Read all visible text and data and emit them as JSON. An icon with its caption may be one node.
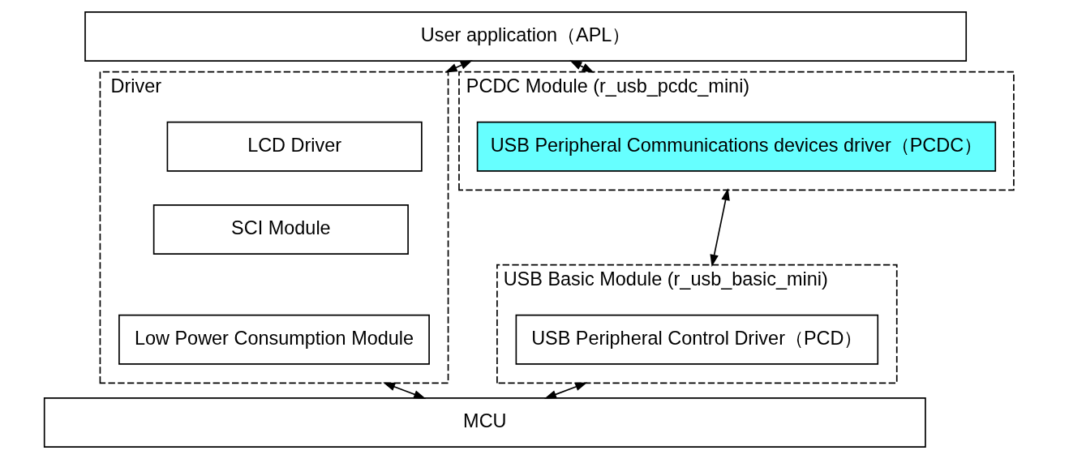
{
  "diagram": {
    "nodes": [
      {
        "text": [
          "User application（APL）"
        ]
      },
      {
        "text": [
          "Driver"
        ]
      },
      {
        "text": [
          "LCD Driver"
        ],
        "in": 1
      },
      {
        "text": [
          "SCI Module"
        ],
        "in": 1
      },
      {
        "text": [
          "Low Power Consumption Module"
        ],
        "in": 1
      },
      {
        "text": [
          "PCDC Module (r_usb_pcdc_mini)"
        ]
      },
      {
        "text": [
          "USB Peripheral Communications devices driver（PCDC）"
        ],
        "in": 5
      },
      {
        "text": [
          "USB Basic Module (r_usb_basic_mini)"
        ]
      },
      {
        "text": [
          "USB Peripheral Control Driver（PCD）"
        ],
        "in": 7
      },
      {
        "text": [
          "MCU"
        ]
      }
    ],
    "edges": [
      {
        "from": 0,
        "to": 1,
        "arrow": "both"
      },
      {
        "from": 0,
        "to": 5,
        "arrow": "both"
      },
      {
        "from": 5,
        "to": 7,
        "arrow": "both"
      },
      {
        "from": 1,
        "to": 9,
        "arrow": "both"
      },
      {
        "from": 7,
        "to": 9,
        "arrow": "both"
      }
    ]
  }
}
